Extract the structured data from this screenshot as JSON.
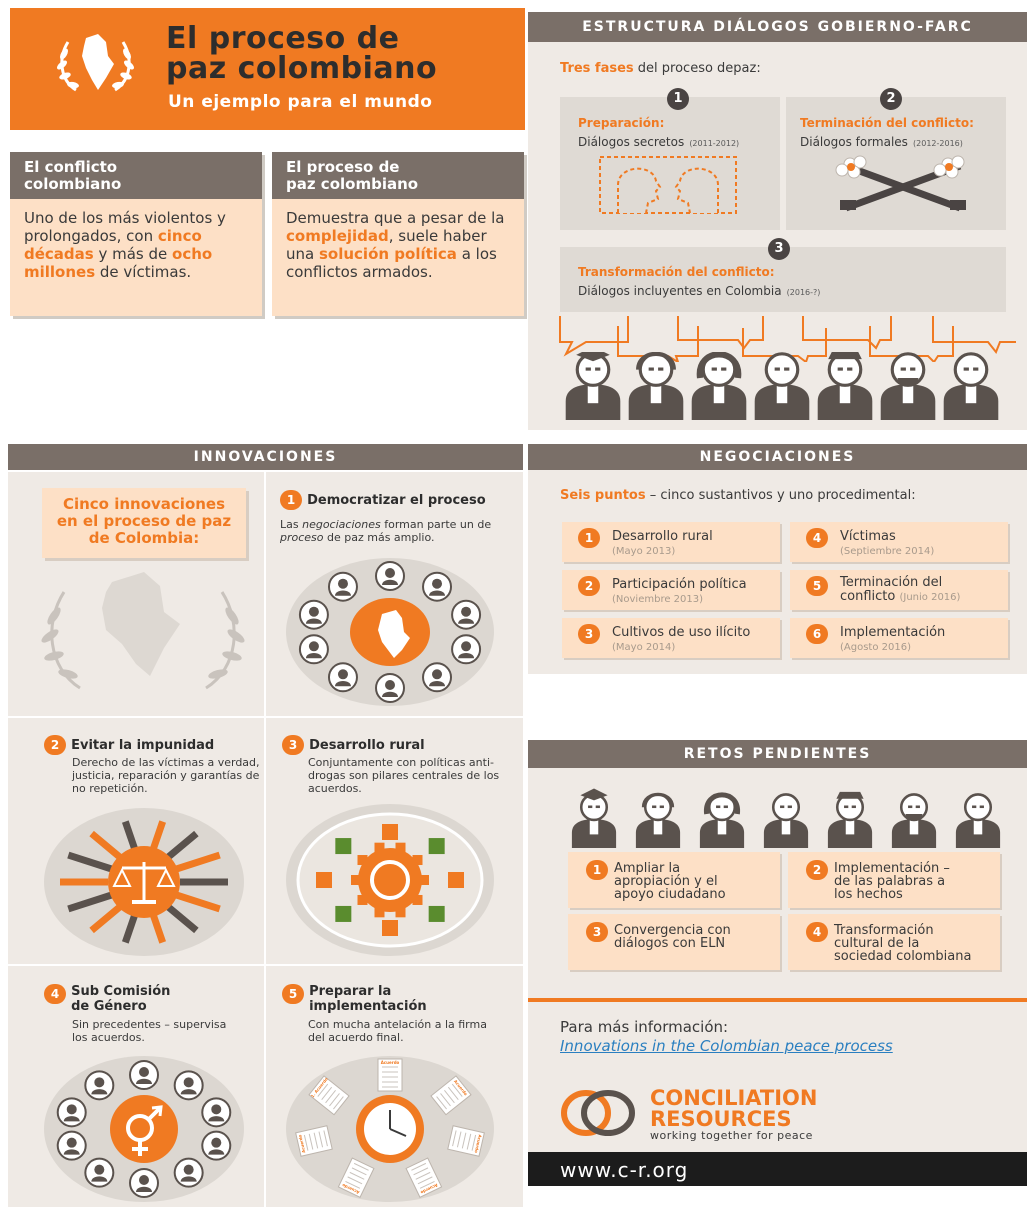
{
  "header": {
    "title_line1": "El proceso de",
    "title_line2": "paz colombiano",
    "subtitle": "Un ejemplo para el mundo"
  },
  "conflict_card": {
    "heading_line1": "El conflicto",
    "heading_line2": "colombiano",
    "body_1": "Uno de los más violentos y prolongados, con ",
    "body_highlight_1": "cinco décadas",
    "body_2": " y más de ",
    "body_highlight_2": "ocho millones",
    "body_3": " de víctimas."
  },
  "peace_card": {
    "heading_line1": "El proceso de",
    "heading_line2": "paz colombiano",
    "body_1": "Demuestra que a pesar de la ",
    "body_highlight_1": "complejidad",
    "body_2": ", suele haber una ",
    "body_highlight_2": "solución política",
    "body_3": " a los conflictos armados."
  },
  "estructura": {
    "header": "ESTRUCTURA DIÁLOGOS GOBIERNO-FARC",
    "intro_highlight": "Tres fases",
    "intro_rest": " del proceso depaz:",
    "phases": [
      {
        "num": "1",
        "title": "Preparación:",
        "desc": "Diálogos secretos",
        "years": "(2011-2012)"
      },
      {
        "num": "2",
        "title": "Terminación del conflicto:",
        "desc": "Diálogos formales",
        "years": "(2012-2016)"
      },
      {
        "num": "3",
        "title": "Transformación del conflicto:",
        "desc": "Diálogos incluyentes en Colombia",
        "years": "(2016-?)"
      }
    ]
  },
  "innovaciones": {
    "header": "INNOVACIONES",
    "intro": "Cinco innovaciones en el proceso de paz de Colombia:",
    "items": [
      {
        "num": "1",
        "title": "Democratizar el proceso",
        "desc_1": "Las ",
        "desc_italic_1": "negociaciones",
        "desc_2": " forman parte un de ",
        "desc_italic_2": "proceso",
        "desc_3": " de paz más amplio."
      },
      {
        "num": "2",
        "title": "Evitar la impunidad",
        "desc": "Derecho de las víctimas a verdad, justicia, reparación y garantías de no repetición."
      },
      {
        "num": "3",
        "title": "Desarrollo rural",
        "desc": "Conjuntamente con políticas anti-drogas son pilares centrales de los acuerdos."
      },
      {
        "num": "4",
        "title_line1": "Sub Comisión",
        "title_line2": "de Género",
        "desc": "Sin precedentes – supervisa los acuerdos."
      },
      {
        "num": "5",
        "title_line1": "Preparar la",
        "title_line2": "implementación",
        "desc": "Con mucha antelación a la firma del acuerdo final."
      }
    ],
    "doc_labels": [
      "Acuerdo",
      "Acuerdo",
      "Acuerdo",
      "Acuerdo",
      "Acuerdo",
      "Acuerdo",
      "1. Acuerdo"
    ]
  },
  "negociaciones": {
    "header": "NEGOCIACIONES",
    "intro_highlight": "Seis puntos",
    "intro_rest": " – cinco sustantivos y uno procedimental:",
    "points": [
      {
        "num": "1",
        "label": "Desarrollo rural",
        "date": "(Mayo 2013)"
      },
      {
        "num": "2",
        "label": "Participación política",
        "date": "(Noviembre 2013)"
      },
      {
        "num": "3",
        "label": "Cultivos de uso ilícito",
        "date": "(Mayo 2014)"
      },
      {
        "num": "4",
        "label": "Víctimas",
        "date": "(Septiembre 2014)"
      },
      {
        "num": "5",
        "label": "Terminación del conflicto",
        "date": "(Junio 2016)"
      },
      {
        "num": "6",
        "label": "Implementación",
        "date": "(Agosto 2016)"
      }
    ]
  },
  "retos": {
    "header": "RETOS PENDIENTES",
    "items": [
      {
        "num": "1",
        "line1": "Ampliar la",
        "line2": "apropiación y el",
        "line3": "apoyo ciudadano"
      },
      {
        "num": "2",
        "line1": "Implementación –",
        "line2": "de las palabras a",
        "line3": "los hechos"
      },
      {
        "num": "3",
        "line1": "Convergencia con",
        "line2": "diálogos con ELN",
        "line3": ""
      },
      {
        "num": "4",
        "line1": "Transformación",
        "line2": "cultural de la",
        "line3": "sociedad colombiana"
      }
    ]
  },
  "footer": {
    "more_info": "Para más información:",
    "link": "Innovations in the Colombian peace process",
    "org_line1": "CONCILIATION",
    "org_line2": "RESOURCES",
    "tagline": "working together for peace",
    "url": "www.c-r.org"
  },
  "colors": {
    "accent": "#f07a22",
    "header_gray": "#7a6f68",
    "panel": "#efeae5",
    "card": "#fde0c6",
    "dark": "#2d2d2d",
    "link": "#2a7fc0"
  }
}
